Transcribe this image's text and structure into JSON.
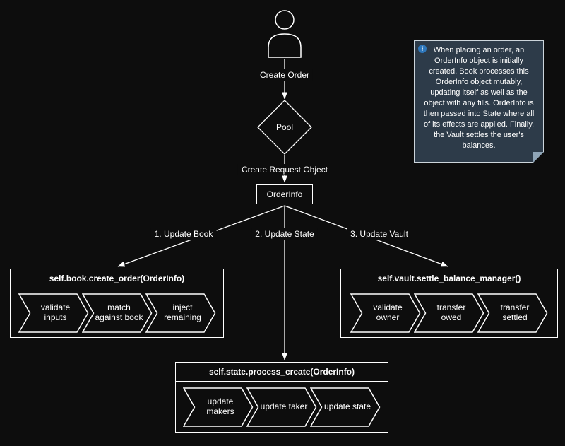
{
  "diagram": {
    "edges": {
      "create_order": "Create Order",
      "create_request": "Create Request Object",
      "update_book": "1. Update Book",
      "update_state": "2. Update State",
      "update_vault": "3. Update Vault"
    },
    "nodes": {
      "pool": "Pool",
      "orderinfo": "OrderInfo"
    },
    "branches": [
      {
        "title": "self.book.create_order(OrderInfo)",
        "steps": [
          "validate inputs",
          "match against book",
          "inject remaining"
        ]
      },
      {
        "title": "self.state.process_create(OrderInfo)",
        "steps": [
          "update makers",
          "update taker",
          "update state"
        ]
      },
      {
        "title": "self.vault.settle_balance_manager()",
        "steps": [
          "validate owner",
          "transfer owed",
          "transfer settled"
        ]
      }
    ],
    "note": {
      "icon_glyph": "i",
      "text": "When placing an order, an OrderInfo object is initially created. Book processes this OrderInfo object mutably, updating itself as well as the object with any fills. OrderInfo is then passed into State where all of its effects are applied. Finally, the Vault settles the user's balances."
    }
  },
  "icons": {
    "actor": "person-icon",
    "note": "info-icon"
  },
  "colors": {
    "bg": "#0d0d0d",
    "fg": "#ffffff",
    "note-bg": "#2d3b49",
    "note-border": "#ccd5db",
    "note-fold": "#8fa5b7",
    "info": "#2e77bb"
  }
}
